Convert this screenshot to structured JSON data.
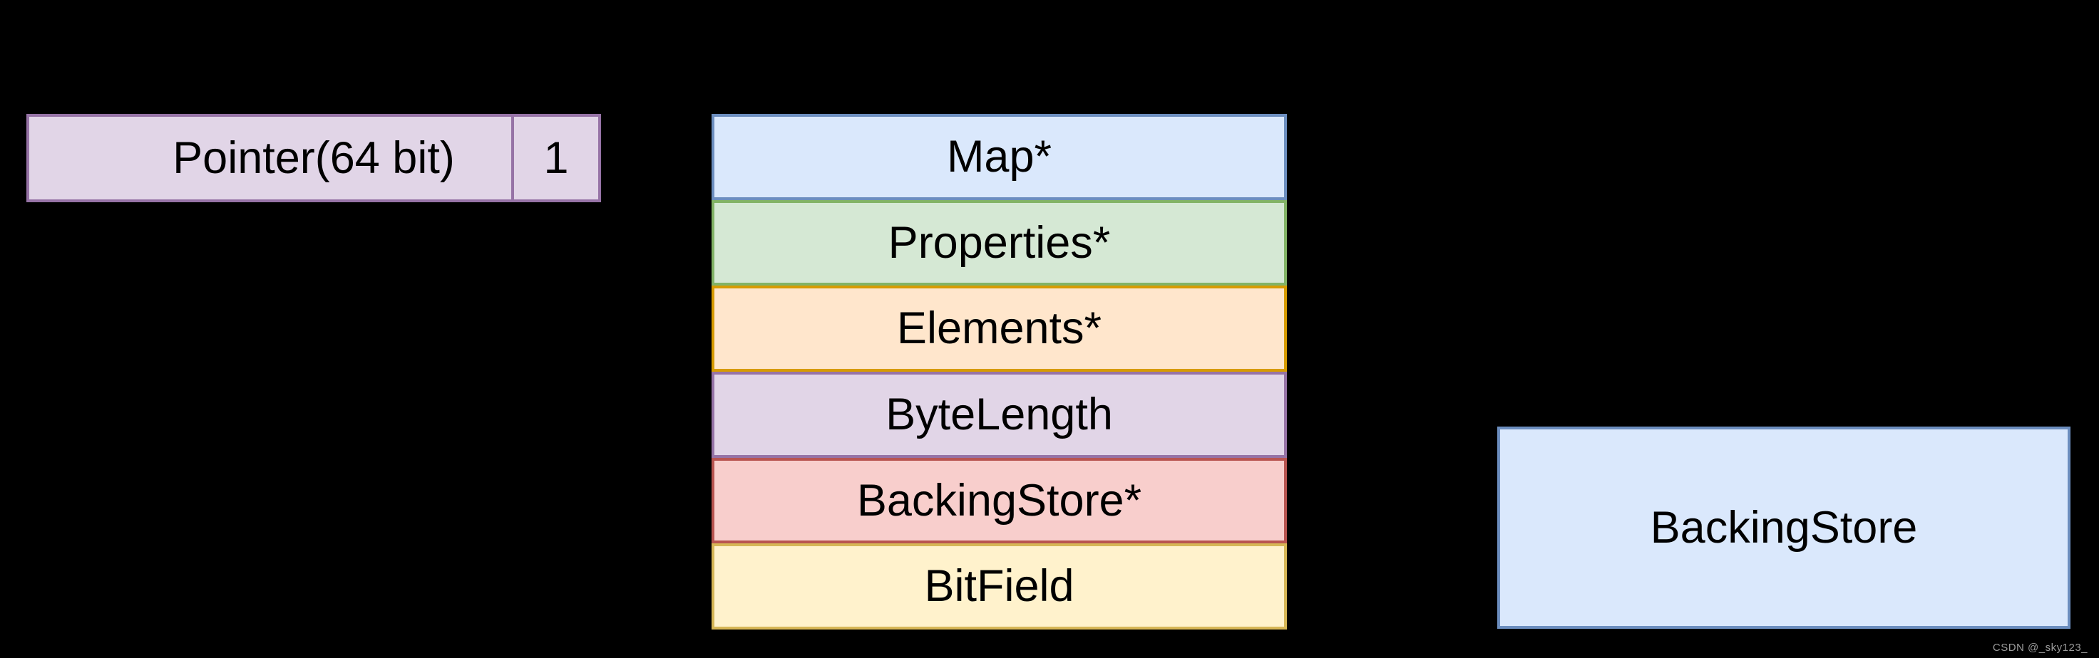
{
  "canvas": {
    "background": "#000000"
  },
  "pointer_box": {
    "label": "Pointer(64 bit)",
    "count": "1",
    "fill": "#E1D5E7",
    "border": "#9673A6"
  },
  "object_stack": {
    "rows": [
      {
        "label": "Map*",
        "fill": "#DAE8FC",
        "border": "#6C8EBF"
      },
      {
        "label": "Properties*",
        "fill": "#D5E8D4",
        "border": "#82B366"
      },
      {
        "label": "Elements*",
        "fill": "#FFE6CC",
        "border": "#D79B00"
      },
      {
        "label": "ByteLength",
        "fill": "#E1D5E7",
        "border": "#9673A6"
      },
      {
        "label": "BackingStore*",
        "fill": "#F8CECC",
        "border": "#B85450"
      },
      {
        "label": "BitField",
        "fill": "#FFF2CC",
        "border": "#D6B656"
      }
    ]
  },
  "backing_store_box": {
    "label": "BackingStore",
    "fill": "#DAE8FC",
    "border": "#6C8EBF"
  },
  "watermark": {
    "text": "CSDN @_sky123_",
    "color": "#9B9B9B"
  }
}
